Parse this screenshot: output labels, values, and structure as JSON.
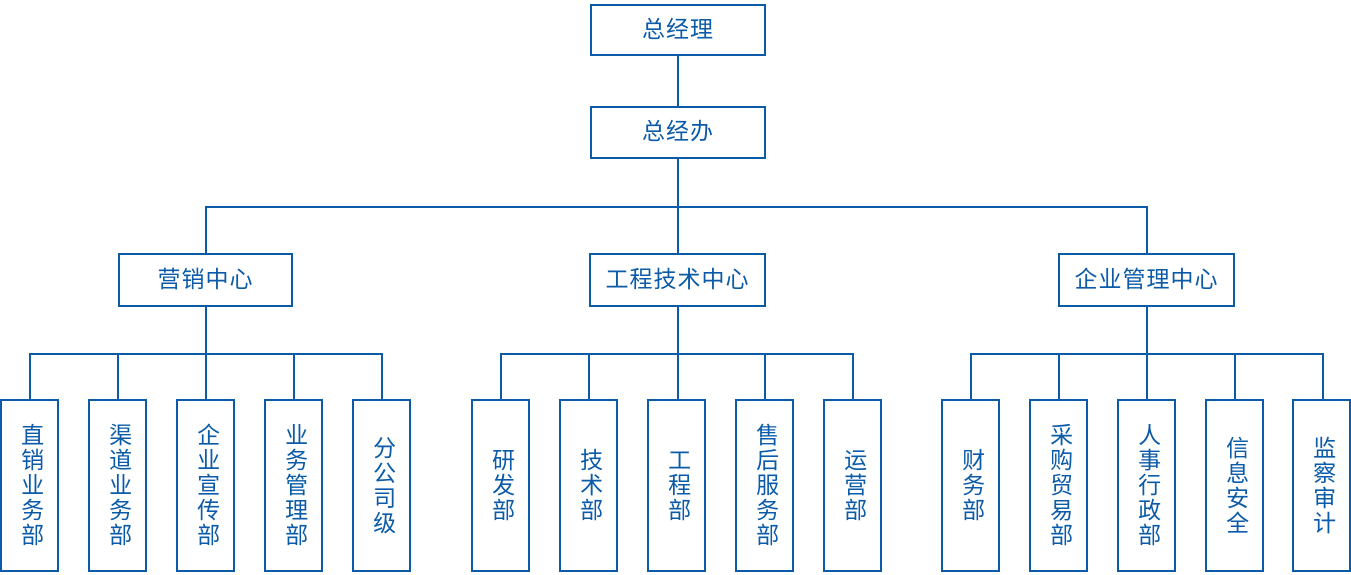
{
  "chart": {
    "title": "",
    "type": "organization-chart",
    "accent_color": "#0b5ba8",
    "background_color": "#ffffff",
    "levels": 3
  },
  "nodes": {
    "root": {
      "label": "总经理"
    },
    "office": {
      "label": "总经办"
    },
    "centers": [
      {
        "label": "营销中心"
      },
      {
        "label": "工程技术中心"
      },
      {
        "label": "企业管理中心"
      }
    ],
    "departments": {
      "marketing": [
        {
          "label": "直销业务部"
        },
        {
          "label": "渠道业务部"
        },
        {
          "label": "企业宣传部"
        },
        {
          "label": "业务管理部"
        },
        {
          "label": "分公司级"
        }
      ],
      "engineering": [
        {
          "label": "研发部"
        },
        {
          "label": "技术部"
        },
        {
          "label": "工程部"
        },
        {
          "label": "售后服务部"
        },
        {
          "label": "运营部"
        }
      ],
      "management": [
        {
          "label": "财务部"
        },
        {
          "label": "采购贸易部"
        },
        {
          "label": "人事行政部"
        },
        {
          "label": "信息安全"
        },
        {
          "label": "监察审计"
        }
      ]
    }
  }
}
